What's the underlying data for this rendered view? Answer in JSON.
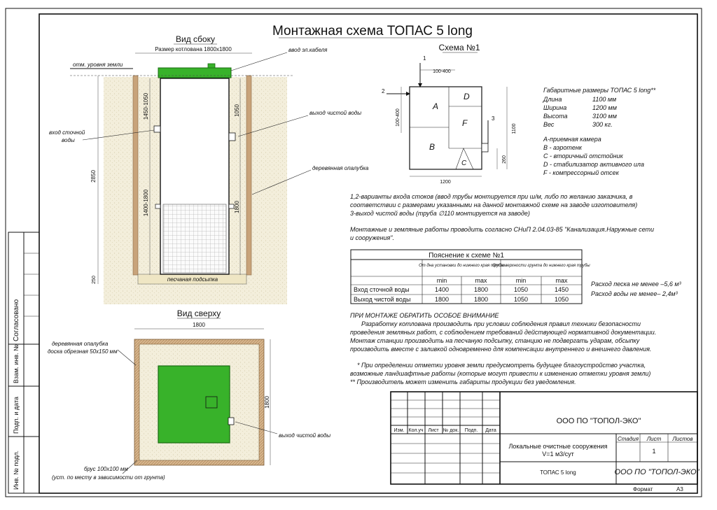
{
  "title": "Монтажная схема ТОПАС 5 long",
  "side_view": {
    "title": "Вид сбоку",
    "pit_size": "Размер котлована 1800х1800",
    "ground_level": "отм. уровня земли",
    "cable_input": "ввод эл.кабеля",
    "clean_output": "выход чистой воды",
    "sewage_input_1": "вход сточной",
    "sewage_input_2": "воды",
    "formwork": "деревянная опалубка",
    "sand_bed": "песчаная подсыпка",
    "dim_2850": "2850",
    "dim_1450_1050": "1450-1050",
    "dim_1400_1800": "1400-1800",
    "dim_1050": "1050",
    "dim_1800": "1800",
    "dim_250": "250"
  },
  "top_view": {
    "title": "Вид сверху",
    "formwork_1": "деревянная опалубка",
    "formwork_2": "доска обрезная 50х150 мм",
    "clean_output": "выход чистой воды",
    "beam_1": "брус 100х100 мм",
    "beam_2": "(уст. по месту в зависимости от грунта)",
    "dim_top": "1800",
    "dim_right": "1800"
  },
  "scheme": {
    "title": "Схема №1",
    "marker_1": "1",
    "marker_2": "2",
    "marker_3": "3",
    "dim_100_400_top": "100-400",
    "dim_100_400_left": "100-400",
    "dim_1100": "1100",
    "dim_260": "260",
    "dim_1200": "1200",
    "chamber_a": "A",
    "chamber_b": "B",
    "chamber_c": "C",
    "chamber_d": "D",
    "chamber_f": "F"
  },
  "dimensions": {
    "heading": "Габаритные размеры  ТОПАС 5 long**",
    "rows": [
      {
        "label": "Длина",
        "value": "1100 мм"
      },
      {
        "label": "Ширина",
        "value": "1200 мм"
      },
      {
        "label": "Высота",
        "value": "3100 мм"
      },
      {
        "label": "Вес",
        "value": "300 кг."
      }
    ]
  },
  "legend": [
    "А-приемная  камера",
    "В - аэротенк",
    "С - вторичный отстойник",
    "D - стабилизатор активного  ила",
    "F  - компрессорный отсек"
  ],
  "notes": {
    "variants_1": "1,2-варианты входа  стоков (ввод трубы монтируется при ш/м, либо по желанию заказчика, в",
    "variants_2": "соответствии с размерами указанными на данной монтажной схеме на заводе изготовителя)",
    "variants_3": "3-выход чистой воды (труба ∅110 монтируется на заводе)",
    "snip_1": "Монтажные и земляные работы проводить согласно СНиП 2.04.03-85 \"Канализация.Наружные сети",
    "snip_2": "и сооружения\"."
  },
  "table": {
    "caption": "Пояснение к схеме №1",
    "group_1": "От дна установки до нижнего края трубы",
    "group_2": "От поверхности грунта до нижнего края трубы",
    "min": "min",
    "max": "max",
    "rows": [
      {
        "label": "Вход сточной воды",
        "v1": "1400",
        "v2": "1800",
        "v3": "1050",
        "v4": "1450"
      },
      {
        "label": "Выход чистой воды",
        "v1": "1800",
        "v2": "1800",
        "v3": "1050",
        "v4": "1050"
      }
    ]
  },
  "consumption": {
    "sand": "Расход песка не менее –5,6 м³",
    "water": "Расход воды не менее– 2,4м³"
  },
  "attention": {
    "heading": "ПРИ МОНТАЖЕ ОБРАТИТЬ ОСОБОЕ ВНИМАНИЕ",
    "lines": [
      "Разработку котлована производить при условии соблюдения правил техники безопасности",
      "проведения земляных работ, с соблюдением требований действующей нормативной документации.",
      "Монтаж станции производить на песчаную подсыпку, станцию не подвергать ударам, обсыпку",
      "производить вместе с заливкой одновременно для компенсации внутреннего и внешнего давления."
    ],
    "footnote_1a": "* При определении отметки уровня земли предусмотреть будущее благоустройство участка,",
    "footnote_1b": "возможные ландшафтные работы (которые могут привести к изменению отметки уровня земли)",
    "footnote_2": "** Производитель может изменить габариты продукции без уведомления."
  },
  "stamp": {
    "company": "ООО ПО \"ТОПОЛ-ЭКО\"",
    "col_izm": "Изм.",
    "col_kol": "Кол.уч",
    "col_list": "Лист",
    "col_ndok": "№ док.",
    "col_podp": "Подп.",
    "col_data": "Дата",
    "stage": "Стадия",
    "sheet": "Лист",
    "sheets": "Листов",
    "sheet_no": "1",
    "product_1": "Локальные очистные сооружения",
    "product_2": "V=1 м3/сут",
    "model": "ТОПАС 5 long",
    "company_2": "ООО ПО \"ТОПОЛ-ЭКО\"",
    "format_label": "Формат",
    "format_value": "А3"
  },
  "side_stamp": {
    "agreed": "Согласовано",
    "inv_zam": "Взам. инв. №",
    "sign_date": "Подп. и дата",
    "inv_podl": "Инв. № подл."
  },
  "colors": {
    "tank_green": "#38b22a",
    "wood": "#c8a37a",
    "sand": "#f1ecd8",
    "pipe": "#36a52a"
  }
}
